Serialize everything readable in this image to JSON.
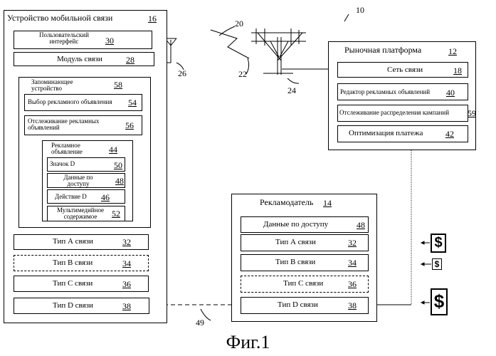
{
  "mobile": {
    "title": "Устройство мобильной связи",
    "title_num": "16",
    "ui": {
      "label": "Пользовательский интерфейс",
      "num": "30"
    },
    "comm_module": {
      "label": "Модуль связи",
      "num": "28"
    },
    "storage": {
      "label": "Запоминающее устройство",
      "num": "58"
    },
    "ad_select": {
      "label": "Выбор рекламного объявления",
      "num": "54"
    },
    "ad_track": {
      "label": "Отслеживание рекламных объявлений",
      "num": "56"
    },
    "ad": {
      "label": "Рекламное объявление",
      "num": "44"
    },
    "icon": {
      "label": "Значок D",
      "num": "50"
    },
    "access": {
      "label": "Данные по доступу",
      "num": "48"
    },
    "action": {
      "label": "Действие D",
      "num": "46"
    },
    "media": {
      "label": "Мультимедийное содержимое",
      "num": "52"
    },
    "type_a": {
      "label": "Тип А связи",
      "num": "32"
    },
    "type_b": {
      "label": "Тип В связи",
      "num": "34"
    },
    "type_c": {
      "label": "Тип С связи",
      "num": "36"
    },
    "type_d": {
      "label": "Тип D связи",
      "num": "38"
    }
  },
  "market": {
    "title": "Рыночная платформа",
    "title_num": "12",
    "network": {
      "label": "Сеть связи",
      "num": "18"
    },
    "editor": {
      "label": "Редактор рекламных объявлений",
      "num": "40"
    },
    "tracking": {
      "label": "Отслеживание распределения кампаний",
      "num": "59"
    },
    "payment": {
      "label": "Оптимизация платежа",
      "num": "42"
    }
  },
  "advertiser": {
    "title": "Рекламодатель",
    "title_num": "14",
    "access": {
      "label": "Данные по доступу",
      "num": "48"
    },
    "type_a": {
      "label": "Тип А связи",
      "num": "32"
    },
    "type_b": {
      "label": "Тип В связи",
      "num": "34"
    },
    "type_c": {
      "label": "Тип С связи",
      "num": "36"
    },
    "type_d": {
      "label": "Тип D связи",
      "num": "38"
    }
  },
  "refs": {
    "r10": "10",
    "r20": "20",
    "r22": "22",
    "r24": "24",
    "r26": "26",
    "r49": "49"
  },
  "currency": "$",
  "figure_caption": "Фиг.1"
}
